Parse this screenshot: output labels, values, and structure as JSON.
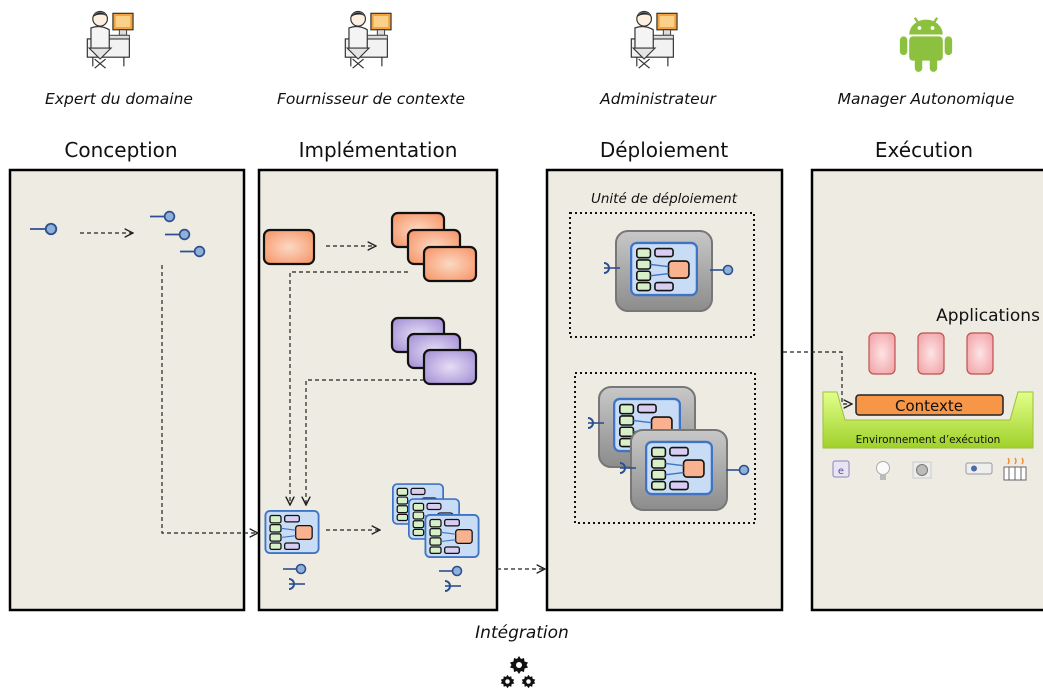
{
  "actors": [
    {
      "label": "Expert du domaine",
      "icon": "user-at-computer-icon"
    },
    {
      "label": "Fournisseur de contexte",
      "icon": "user-at-computer-icon"
    },
    {
      "label": "Administrateur",
      "icon": "user-at-computer-icon"
    },
    {
      "label": "Manager Autonomique",
      "icon": "android-robot-icon"
    }
  ],
  "stages": [
    "Conception",
    "Implémentation",
    "Déploiement",
    "Exécution"
  ],
  "deployment": {
    "unit_label": "Unité de déploiement"
  },
  "execution": {
    "applications_label": "Applications",
    "context_label": "Contexte",
    "runtime_label": "Environnement d’exécution"
  },
  "integration": {
    "label": "Intégration",
    "icon": "gears-icon"
  },
  "colors": {
    "panel_bg": "#edebe2",
    "component_orange": "#f9b28f",
    "component_purple": "#c7b8e8",
    "component_blue": "#c9dcf5",
    "application_pink": "#f8c9cc",
    "context_orange": "#f79646",
    "runtime_green": "#c8f060",
    "interface_blue": "#2e4f8f"
  }
}
